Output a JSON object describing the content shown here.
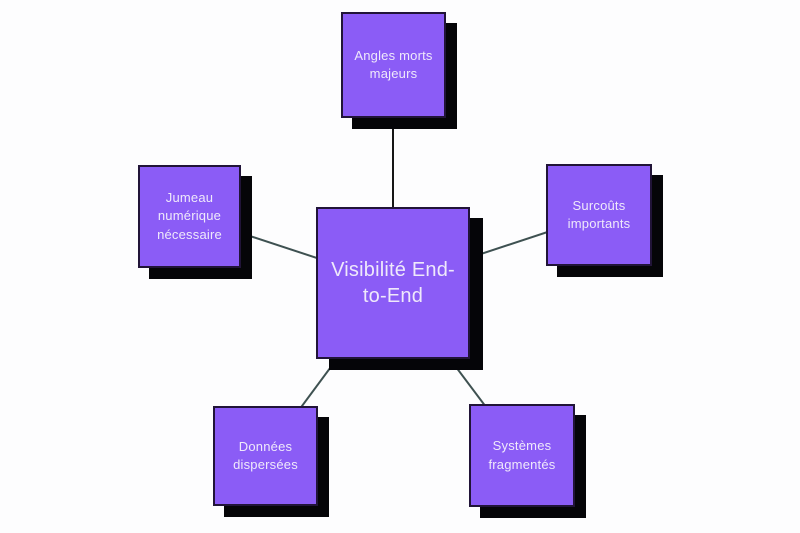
{
  "diagram": {
    "type": "radial-mind-map",
    "colors": {
      "background": "#fdfdfe",
      "node_fill": "#8b5cf6",
      "node_border": "#211438",
      "node_shadow": "#050508",
      "connector": "#3e5151",
      "connector_vertical": "#161616",
      "label_text": "#efe9fb"
    },
    "center": {
      "label": "Visibilité End-to-End"
    },
    "nodes": [
      {
        "id": "top",
        "label": "Angles morts majeurs"
      },
      {
        "id": "left",
        "label": "Jumeau numérique nécessaire"
      },
      {
        "id": "right",
        "label": "Surcoûts importants"
      },
      {
        "id": "bottom-left",
        "label": "Données dispersées"
      },
      {
        "id": "bottom-right",
        "label": "Systèmes fragmentés"
      }
    ]
  }
}
